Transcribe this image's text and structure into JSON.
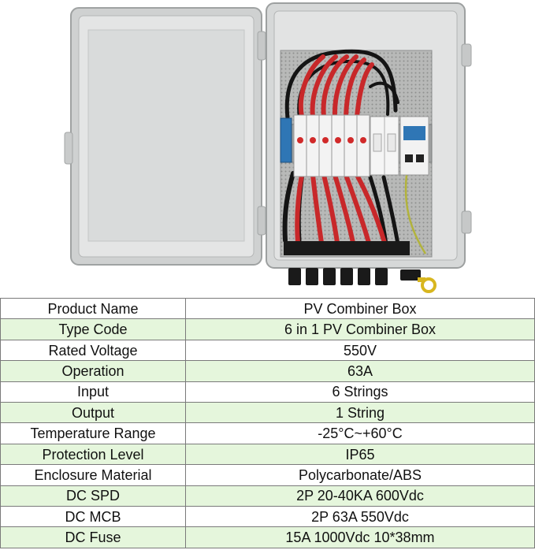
{
  "specs": [
    {
      "label": "Product Name",
      "value": "PV Combiner Box"
    },
    {
      "label": "Type Code",
      "value": "6 in 1 PV Combiner Box"
    },
    {
      "label": "Rated Voltage",
      "value": "550V"
    },
    {
      "label": "Operation",
      "value": "63A"
    },
    {
      "label": "Input",
      "value": "6 Strings"
    },
    {
      "label": "Output",
      "value": "1 String"
    },
    {
      "label": "Temperature Range",
      "value": "-25°C~+60°C"
    },
    {
      "label": "Protection Level",
      "value": "IP65"
    },
    {
      "label": "Enclosure Material",
      "value": "Polycarbonate/ABS"
    },
    {
      "label": "DC SPD",
      "value": "2P 20-40KA 600Vdc"
    },
    {
      "label": "DC MCB",
      "value": "2P 63A 550Vdc"
    },
    {
      "label": "DC Fuse",
      "value": "15A 1000Vdc 10*38mm"
    }
  ],
  "colors": {
    "row_alt": "#e5f6dc",
    "wire_red": "#c8282a",
    "enclosure": "#d6d8d8"
  }
}
